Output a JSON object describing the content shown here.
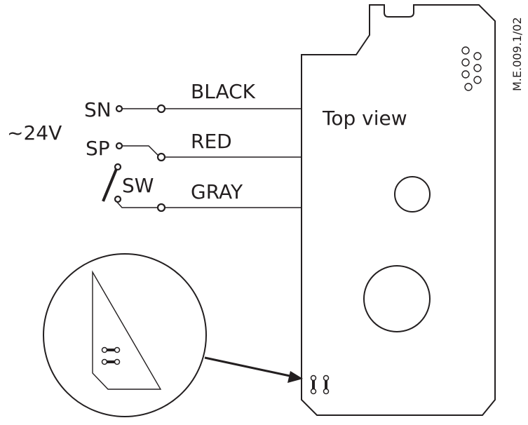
{
  "labels": {
    "supply": "~24V",
    "sn": "SN",
    "sp": "SP",
    "sw": "SW",
    "wire_black": "BLACK",
    "wire_red": "RED",
    "wire_gray": "GRAY",
    "view": "Top view",
    "drawing_ref": "M.E.009.1/02"
  },
  "colors": {
    "ink": "#231f20",
    "background": "#ffffff"
  }
}
